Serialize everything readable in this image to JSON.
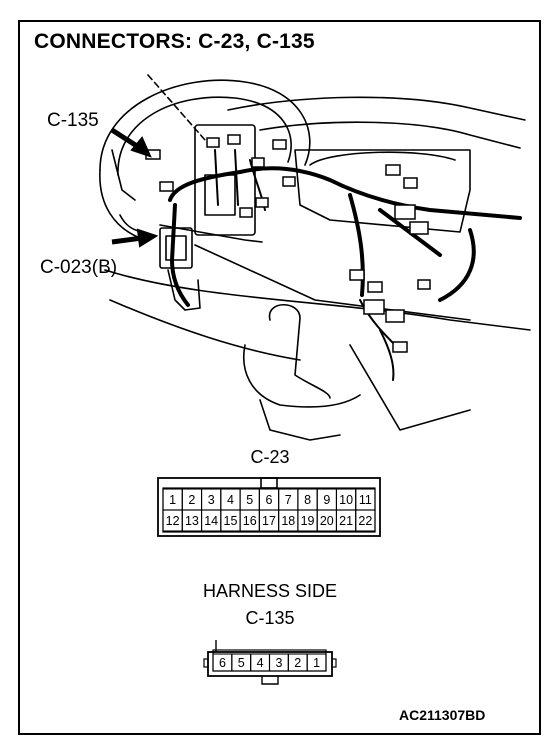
{
  "title": "CONNECTORS: C-23, C-135",
  "callouts": {
    "c135": "C-135",
    "c023b": "C-023(B)"
  },
  "connector_c23": {
    "label": "C-23",
    "row1": [
      "1",
      "2",
      "3",
      "4",
      "5",
      "6",
      "7",
      "8",
      "9",
      "10",
      "11"
    ],
    "row2": [
      "12",
      "13",
      "14",
      "15",
      "16",
      "17",
      "18",
      "19",
      "20",
      "21",
      "22"
    ]
  },
  "harness_side": "HARNESS SIDE",
  "connector_c135": {
    "label": "C-135",
    "pins": [
      "6",
      "5",
      "4",
      "3",
      "2",
      "1"
    ]
  },
  "figure_code": "AC211307BD"
}
